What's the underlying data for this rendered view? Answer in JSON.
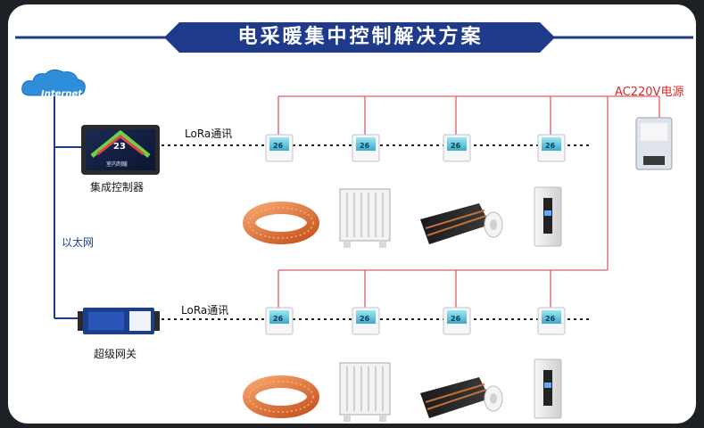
{
  "title": "电采暖集中控制解决方案",
  "internet_label": "Internet",
  "controller": {
    "label": "集成控制器",
    "screen_temp": "23",
    "screen_text": "室内制暖"
  },
  "gateway": {
    "label": "超级网关"
  },
  "ethernet_label": "以太网",
  "lora_top": "LoRa通讯",
  "lora_bottom": "LoRa通讯",
  "power_label": "AC220V电源",
  "thermostat_reading": "26",
  "colors": {
    "title_bar": "#1f3a8a",
    "network_line": "#1f3a8a",
    "power_line": "#e05a6a",
    "power_label": "#d62a2a",
    "heating_cable": "#e87a3a"
  },
  "devices": [
    "heating-cable",
    "convector-heater",
    "heating-film",
    "electric-boiler"
  ]
}
